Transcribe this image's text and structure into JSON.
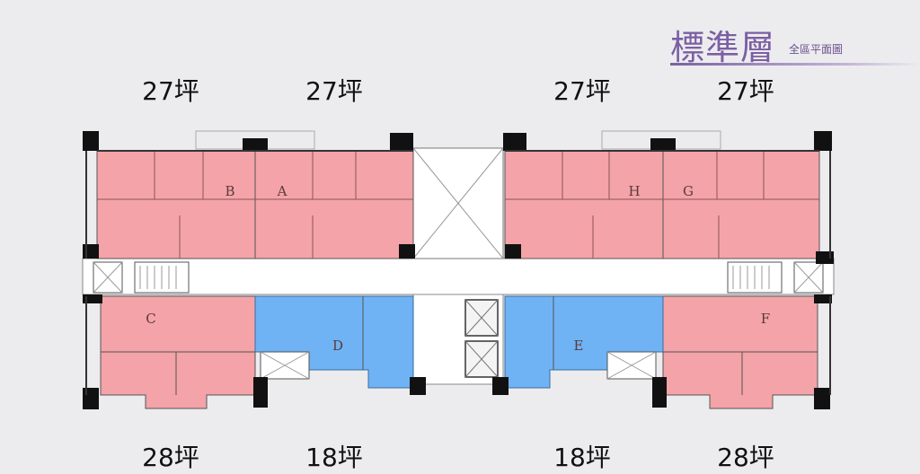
{
  "title": {
    "main": "標準層",
    "sub": "全區平面圖"
  },
  "size_labels": {
    "top": [
      "27坪",
      "27坪",
      "27坪",
      "27坪"
    ],
    "bottom": [
      "28坪",
      "18坪",
      "18坪",
      "28坪"
    ]
  },
  "units": {
    "A": "A",
    "B": "B",
    "C": "C",
    "D": "D",
    "E": "E",
    "F": "F",
    "G": "G",
    "H": "H"
  },
  "colors": {
    "large_unit": "#f4a3a8",
    "small_unit": "#6fb3f5",
    "wall": "#111111",
    "corridor": "#ffffff",
    "title": "#7b5fa3"
  }
}
